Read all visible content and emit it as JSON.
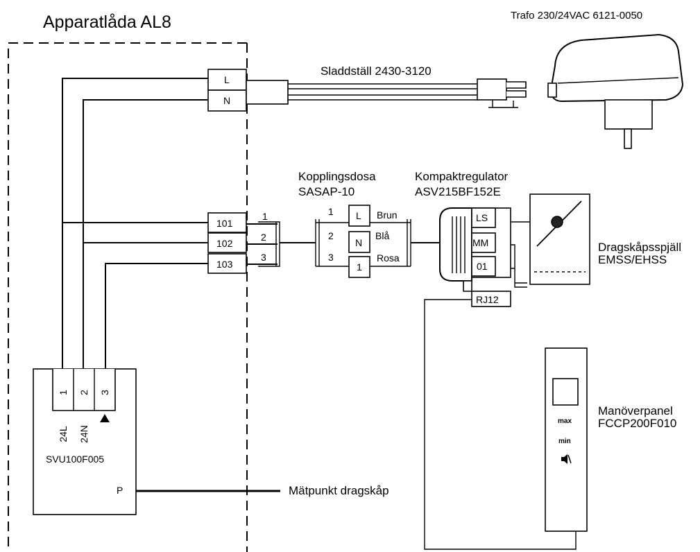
{
  "title": "Apparatlåda AL8",
  "transformer": {
    "label": "Trafo 230/24VAC 6121-0050"
  },
  "cord": {
    "label": "Sladdställ 2430-3120"
  },
  "power_terminals": [
    "L",
    "N"
  ],
  "signal_terminals": [
    "101",
    "102",
    "103"
  ],
  "wire_numbers": [
    "1",
    "2",
    "3"
  ],
  "junction_box": {
    "name": "Kopplingsdosa",
    "model": "SASAP-10",
    "left_numbers": [
      "1",
      "2",
      "3"
    ],
    "terminals": [
      "L",
      "N",
      "1"
    ],
    "colors": [
      "Brun",
      "Blå",
      "Rosa"
    ]
  },
  "controller": {
    "name": "Kompaktregulator",
    "model": "ASV215BF152E",
    "terminals": [
      "LS",
      "MM",
      "01"
    ],
    "port": "RJ12"
  },
  "damper": {
    "name": "Dragskåpsspjäll",
    "model": "EMSS/EHSS"
  },
  "panel": {
    "name": "Manöverpanel",
    "model": "FCCP200F010",
    "max_label": "max",
    "min_label": "min"
  },
  "sensor_unit": {
    "model": "SVU100F005",
    "pins": [
      "1",
      "2",
      "3"
    ],
    "pin_labels": [
      "24L",
      "24N"
    ],
    "port": "P"
  },
  "measure_point": {
    "label": "Mätpunkt dragskåp"
  }
}
